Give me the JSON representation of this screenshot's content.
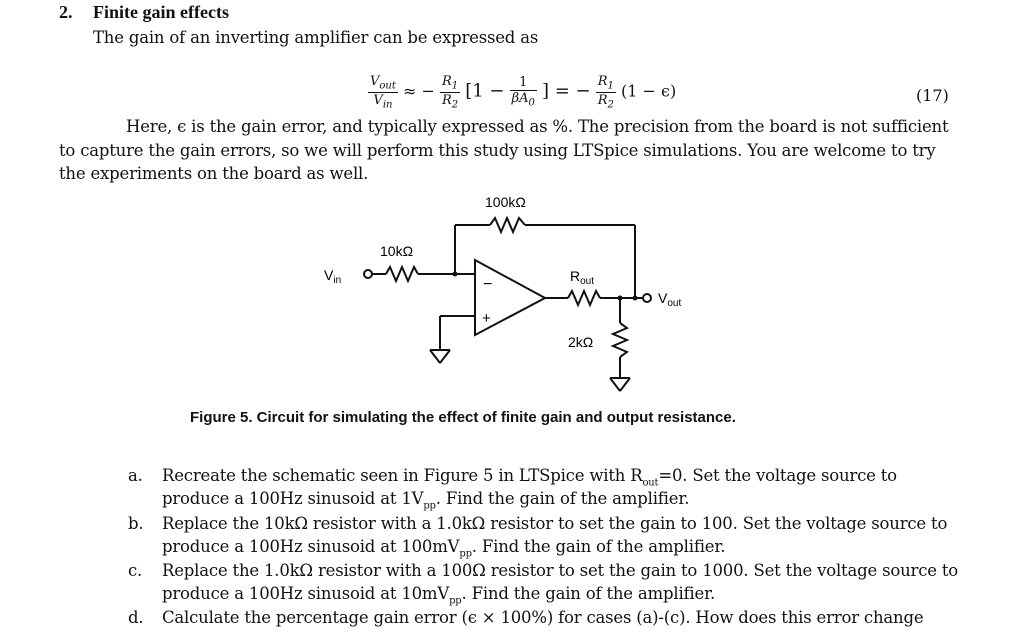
{
  "heading": {
    "number": "2.",
    "title": "Finite gain effects"
  },
  "intro": "The gain of an inverting amplifier can be expressed as",
  "equation": {
    "lhs_num": "V",
    "lhs_num_sub": "out",
    "lhs_den": "V",
    "lhs_den_sub": "in",
    "approx": "≈ −",
    "r1": "R",
    "r1_sub": "1",
    "r2": "R",
    "r2_sub": "2",
    "bracket_start": "[1 −",
    "one": "1",
    "beta_a": "βA",
    "beta_a_sub": "0",
    "eq_mid": "] = −",
    "tail": "(1 − ϵ)",
    "number": "(17)"
  },
  "paragraph_lines": [
    "Here, ϵ is the gain error, and typically expressed as %.  The precision from the board is not sufficient",
    "to capture the gain errors, so we will perform this study using LTSpice simulations. You are welcome to try",
    "the experiments on the board as well."
  ],
  "schematic": {
    "feedback_resistor": "100kΩ",
    "input_resistor": "10kΩ",
    "vin": "V",
    "vin_sub": "in",
    "minus": "−",
    "plus": "+",
    "rout": "R",
    "rout_sub": "out",
    "load_resistor": "2kΩ",
    "vout": "V",
    "vout_sub": "out"
  },
  "caption": "Figure 5. Circuit for simulating the effect of finite gain and output resistance.",
  "list": [
    {
      "marker": "a.",
      "lines": [
        "Recreate the schematic seen in Figure 5 in LTSpice with R",
        "out",
        "=0. Set the voltage source to",
        "produce a 100Hz sinusoid at 1V",
        "pp",
        ". Find the gain of the amplifier."
      ]
    },
    {
      "marker": "b.",
      "lines": [
        "Replace the 10kΩ resistor with a 1.0kΩ resistor to set the gain to 100. Set the voltage source to",
        "produce a 100Hz sinusoid at 100mV",
        "pp",
        ". Find the gain of the amplifier."
      ]
    },
    {
      "marker": "c.",
      "lines": [
        "Replace the 1.0kΩ resistor with a 100Ω resistor to set the gain to 1000. Set the voltage source to",
        "produce a 100Hz sinusoid at 10mV",
        "pp",
        ". Find the gain of the amplifier."
      ]
    },
    {
      "marker": "d.",
      "lines": [
        "Calculate the percentage gain error (ϵ × 100%) for cases (a)-(c). How does this error change"
      ]
    }
  ]
}
